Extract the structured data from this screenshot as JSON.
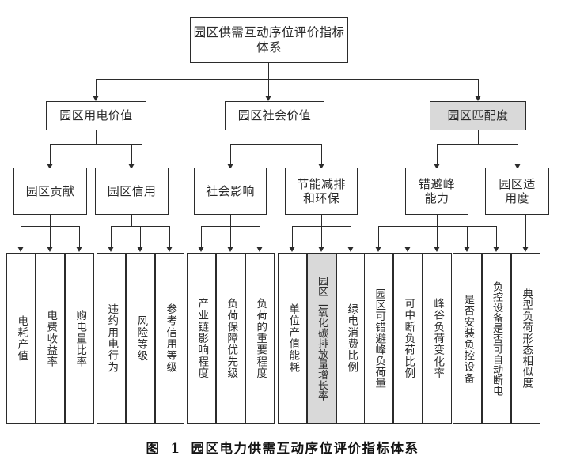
{
  "figure": {
    "caption_prefix": "图",
    "caption_number": "1",
    "caption_title": "园区电力供需互动序位评价指标体系"
  },
  "colors": {
    "line": "#2b2b2b",
    "box_fill": "#ffffff",
    "shaded_fill": "#d9d9d9",
    "text": "#2b2b2b"
  },
  "hierarchy": {
    "root": {
      "label": "园区供需互动序位评价指标体系"
    },
    "level2": [
      {
        "label": "园区用电价值"
      },
      {
        "label": "园区社会价值"
      },
      {
        "label": "园区匹配度"
      }
    ],
    "level3": [
      {
        "label": "园区贡献"
      },
      {
        "label": "园区信用"
      },
      {
        "label": "社会影响"
      },
      {
        "label": "节能减排和环保"
      },
      {
        "label": "错避峰能力"
      },
      {
        "label": "园区适用度"
      }
    ],
    "leaves": [
      {
        "label": "电耗产值",
        "shaded": false
      },
      {
        "label": "电费收益率",
        "shaded": false
      },
      {
        "label": "购电量比率",
        "shaded": false
      },
      {
        "label": "违约用电行为",
        "shaded": false
      },
      {
        "label": "风险等级",
        "shaded": false
      },
      {
        "label": "参考信用等级",
        "shaded": false
      },
      {
        "label": "产业链影响程度",
        "shaded": false
      },
      {
        "label": "负荷保障优先级",
        "shaded": false
      },
      {
        "label": "负荷的重要程度",
        "shaded": false
      },
      {
        "label": "单位产值能耗",
        "shaded": false
      },
      {
        "label": "园区二氧化碳排放量增长率",
        "shaded": true
      },
      {
        "label": "绿电消费比例",
        "shaded": false
      },
      {
        "label": "园区可错避峰负荷量",
        "shaded": false
      },
      {
        "label": "可中断负荷比例",
        "shaded": false
      },
      {
        "label": "峰谷负荷变化率",
        "shaded": false
      },
      {
        "label": "是否安装负控设备",
        "shaded": false
      },
      {
        "label": "负控设备是否可自动断电",
        "shaded": false
      },
      {
        "label": "典型负荷形态相似度",
        "shaded": false
      }
    ]
  }
}
